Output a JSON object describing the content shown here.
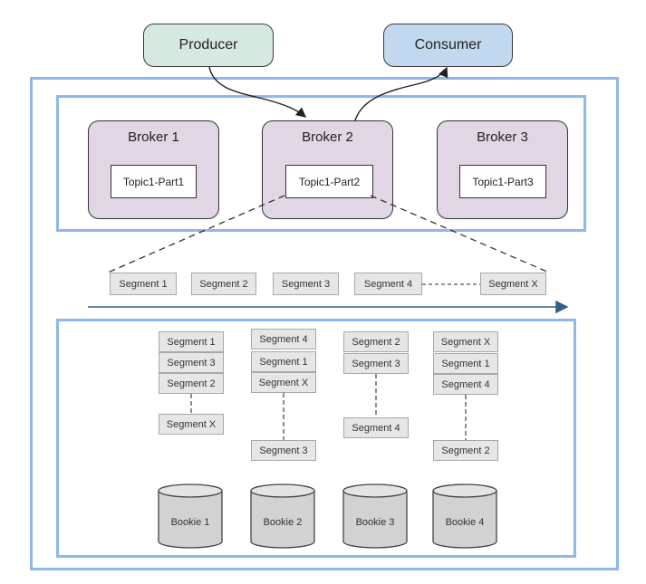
{
  "clients": {
    "producer": {
      "label": "Producer",
      "color": "#d6e9e1"
    },
    "consumer": {
      "label": "Consumer",
      "color": "#c2d8ef"
    }
  },
  "brokers": [
    {
      "title": "Broker 1",
      "topic": "Topic1-Part1"
    },
    {
      "title": "Broker 2",
      "topic": "Topic1-Part2"
    },
    {
      "title": "Broker 3",
      "topic": "Topic1-Part3"
    }
  ],
  "segment_row": [
    "Segment 1",
    "Segment 2",
    "Segment 3",
    "Segment 4",
    "Segment X"
  ],
  "stacks": [
    {
      "top": [
        "Segment 1",
        "Segment 3",
        "Segment 2"
      ],
      "bottom": "Segment X"
    },
    {
      "top": [
        "Segment 4",
        "Segment 1",
        "Segment X"
      ],
      "bottom": "Segment 3"
    },
    {
      "top": [
        "Segment 2",
        "Segment 3"
      ],
      "bottom": "Segment 4"
    },
    {
      "top": [
        "Segment X",
        "Segment 1",
        "Segment 4"
      ],
      "bottom": "Segment 2"
    }
  ],
  "bookies": [
    "Bookie 1",
    "Bookie 2",
    "Bookie 3",
    "Bookie 4"
  ],
  "colors": {
    "panel_border": "#8fb8ea",
    "broker_fill": "#e0d6e4",
    "segment_fill": "#e6e6e6",
    "bookie_fill": "#d2d2d2"
  }
}
